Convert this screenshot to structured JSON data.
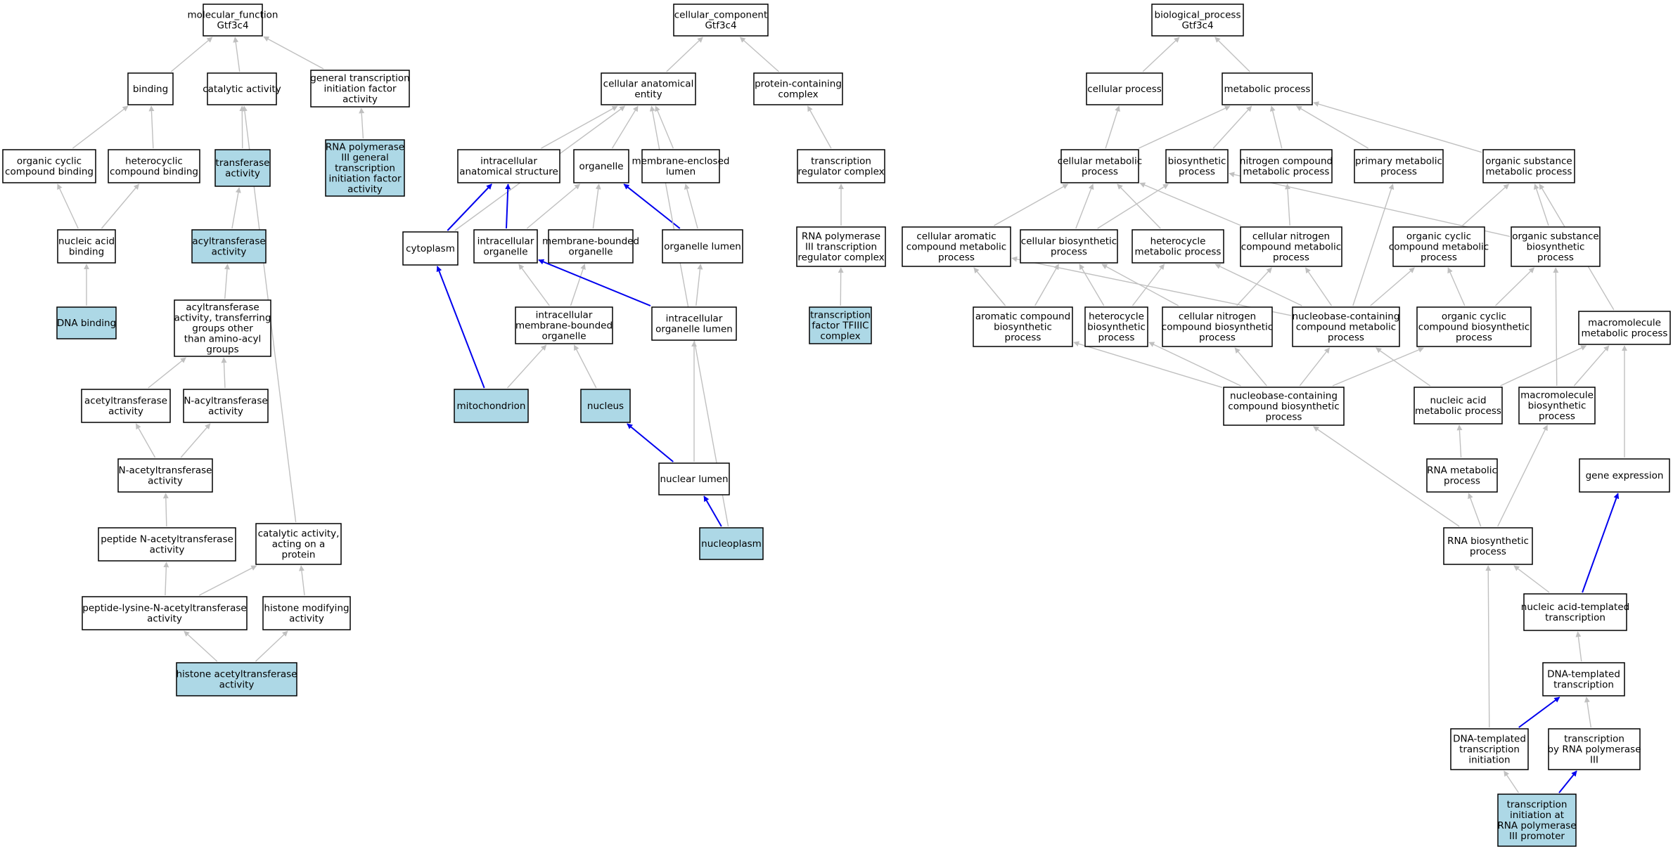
{
  "colors": {
    "default": "#ffffff",
    "annotated": "#add8e6",
    "is_a_edge": "#c0c0c0",
    "part_of_edge": "#0000ee"
  },
  "nodes": {
    "mf": {
      "lines": [
        "molecular_function",
        "Gtf3c4"
      ],
      "hl": false
    },
    "binding": {
      "lines": [
        "binding"
      ],
      "hl": false
    },
    "catalytic": {
      "lines": [
        "catalytic activity"
      ],
      "hl": false
    },
    "gtifa": {
      "lines": [
        "general transcription",
        "initiation factor",
        "activity"
      ],
      "hl": false
    },
    "occb": {
      "lines": [
        "organic cyclic",
        "compound binding"
      ],
      "hl": false
    },
    "hccb": {
      "lines": [
        "heterocyclic",
        "compound binding"
      ],
      "hl": false
    },
    "transferase": {
      "lines": [
        "transferase",
        "activity"
      ],
      "hl": true
    },
    "rnap3gtif": {
      "lines": [
        "RNA polymerase",
        "III general",
        "transcription",
        "initiation factor",
        "activity"
      ],
      "hl": true
    },
    "nab": {
      "lines": [
        "nucleic acid",
        "binding"
      ],
      "hl": false
    },
    "acyltransferase": {
      "lines": [
        "acyltransferase",
        "activity"
      ],
      "hl": true
    },
    "dnab": {
      "lines": [
        "DNA binding"
      ],
      "hl": true
    },
    "acyl_other": {
      "lines": [
        "acyltransferase",
        "activity, transferring",
        "groups other",
        "than amino-acyl",
        "groups"
      ],
      "hl": false
    },
    "acetyltr": {
      "lines": [
        "acetyltransferase",
        "activity"
      ],
      "hl": false
    },
    "nacyltr": {
      "lines": [
        "N-acyltransferase",
        "activity"
      ],
      "hl": false
    },
    "nacetyltr": {
      "lines": [
        "N-acetyltransferase",
        "activity"
      ],
      "hl": false
    },
    "pepnacetyl": {
      "lines": [
        "peptide N-acetyltransferase",
        "activity"
      ],
      "hl": false
    },
    "cat_protein": {
      "lines": [
        "catalytic activity,",
        "acting on a",
        "protein"
      ],
      "hl": false
    },
    "peplys": {
      "lines": [
        "peptide-lysine-N-acetyltransferase",
        "activity"
      ],
      "hl": false
    },
    "histmod": {
      "lines": [
        "histone modifying",
        "activity"
      ],
      "hl": false
    },
    "hat": {
      "lines": [
        "histone acetyltransferase",
        "activity"
      ],
      "hl": true
    },
    "cc": {
      "lines": [
        "cellular_component",
        "Gtf3c4"
      ],
      "hl": false
    },
    "cae": {
      "lines": [
        "cellular anatomical",
        "entity"
      ],
      "hl": false
    },
    "pcc": {
      "lines": [
        "protein-containing",
        "complex"
      ],
      "hl": false
    },
    "ias": {
      "lines": [
        "intracellular",
        "anatomical structure"
      ],
      "hl": false
    },
    "organelle": {
      "lines": [
        "organelle"
      ],
      "hl": false
    },
    "mel": {
      "lines": [
        "membrane-enclosed",
        "lumen"
      ],
      "hl": false
    },
    "trc": {
      "lines": [
        "transcription",
        "regulator complex"
      ],
      "hl": false
    },
    "cytoplasm": {
      "lines": [
        "cytoplasm"
      ],
      "hl": false
    },
    "io": {
      "lines": [
        "intracellular",
        "organelle"
      ],
      "hl": false
    },
    "mbo": {
      "lines": [
        "membrane-bounded",
        "organelle"
      ],
      "hl": false
    },
    "ol": {
      "lines": [
        "organelle lumen"
      ],
      "hl": false
    },
    "rnap3trc": {
      "lines": [
        "RNA polymerase",
        "III transcription",
        "regulator complex"
      ],
      "hl": false
    },
    "imbo": {
      "lines": [
        "intracellular",
        "membrane-bounded",
        "organelle"
      ],
      "hl": false
    },
    "iol": {
      "lines": [
        "intracellular",
        "organelle lumen"
      ],
      "hl": false
    },
    "tfiiic": {
      "lines": [
        "transcription",
        "factor TFIIIC",
        "complex"
      ],
      "hl": true
    },
    "mito": {
      "lines": [
        "mitochondrion"
      ],
      "hl": true
    },
    "nucleus": {
      "lines": [
        "nucleus"
      ],
      "hl": true
    },
    "nuclum": {
      "lines": [
        "nuclear lumen"
      ],
      "hl": false
    },
    "nucleoplasm": {
      "lines": [
        "nucleoplasm"
      ],
      "hl": true
    },
    "bp": {
      "lines": [
        "biological_process",
        "Gtf3c4"
      ],
      "hl": false
    },
    "cp": {
      "lines": [
        "cellular process"
      ],
      "hl": false
    },
    "mp": {
      "lines": [
        "metabolic process"
      ],
      "hl": false
    },
    "cmp": {
      "lines": [
        "cellular metabolic",
        "process"
      ],
      "hl": false
    },
    "bsp": {
      "lines": [
        "biosynthetic",
        "process"
      ],
      "hl": false
    },
    "ncmp": {
      "lines": [
        "nitrogen compound",
        "metabolic process"
      ],
      "hl": false
    },
    "pmp": {
      "lines": [
        "primary metabolic",
        "process"
      ],
      "hl": false
    },
    "osmp": {
      "lines": [
        "organic substance",
        "metabolic process"
      ],
      "hl": false
    },
    "cacmp": {
      "lines": [
        "cellular aromatic",
        "compound metabolic",
        "process"
      ],
      "hl": false
    },
    "cbp": {
      "lines": [
        "cellular biosynthetic",
        "process"
      ],
      "hl": false
    },
    "hmp": {
      "lines": [
        "heterocycle",
        "metabolic process"
      ],
      "hl": false
    },
    "cncmp": {
      "lines": [
        "cellular nitrogen",
        "compound metabolic",
        "process"
      ],
      "hl": false
    },
    "occmp": {
      "lines": [
        "organic cyclic",
        "compound metabolic",
        "process"
      ],
      "hl": false
    },
    "osbp": {
      "lines": [
        "organic substance",
        "biosynthetic",
        "process"
      ],
      "hl": false
    },
    "acbp": {
      "lines": [
        "aromatic compound",
        "biosynthetic",
        "process"
      ],
      "hl": false
    },
    "hbp": {
      "lines": [
        "heterocycle",
        "biosynthetic",
        "process"
      ],
      "hl": false
    },
    "cncbp": {
      "lines": [
        "cellular nitrogen",
        "compound biosynthetic",
        "process"
      ],
      "hl": false
    },
    "nbcmp": {
      "lines": [
        "nucleobase-containing",
        "compound metabolic",
        "process"
      ],
      "hl": false
    },
    "occbp": {
      "lines": [
        "organic cyclic",
        "compound biosynthetic",
        "process"
      ],
      "hl": false
    },
    "macromp": {
      "lines": [
        "macromolecule",
        "metabolic process"
      ],
      "hl": false
    },
    "nbcbp": {
      "lines": [
        "nucleobase-containing",
        "compound biosynthetic",
        "process"
      ],
      "hl": false
    },
    "namp": {
      "lines": [
        "nucleic acid",
        "metabolic process"
      ],
      "hl": false
    },
    "macrobp": {
      "lines": [
        "macromolecule",
        "biosynthetic",
        "process"
      ],
      "hl": false
    },
    "rnamp": {
      "lines": [
        "RNA metabolic",
        "process"
      ],
      "hl": false
    },
    "ge": {
      "lines": [
        "gene expression"
      ],
      "hl": false
    },
    "rnabp": {
      "lines": [
        "RNA biosynthetic",
        "process"
      ],
      "hl": false
    },
    "natt": {
      "lines": [
        "nucleic acid-templated",
        "transcription"
      ],
      "hl": false
    },
    "dtt": {
      "lines": [
        "DNA-templated",
        "transcription"
      ],
      "hl": false
    },
    "dtti": {
      "lines": [
        "DNA-templated",
        "transcription",
        "initiation"
      ],
      "hl": false
    },
    "trp3": {
      "lines": [
        "transcription",
        "by RNA polymerase",
        "III"
      ],
      "hl": false
    },
    "tirp3": {
      "lines": [
        "transcription",
        "initiation at",
        "RNA polymerase",
        "III promoter"
      ],
      "hl": true
    }
  },
  "edges": [
    [
      "binding",
      "mf",
      "is_a"
    ],
    [
      "catalytic",
      "mf",
      "is_a"
    ],
    [
      "gtifa",
      "mf",
      "is_a"
    ],
    [
      "occb",
      "binding",
      "is_a"
    ],
    [
      "hccb",
      "binding",
      "is_a"
    ],
    [
      "transferase",
      "catalytic",
      "is_a"
    ],
    [
      "rnap3gtif",
      "gtifa",
      "is_a"
    ],
    [
      "nab",
      "occb",
      "is_a"
    ],
    [
      "nab",
      "hccb",
      "is_a"
    ],
    [
      "acyltransferase",
      "transferase",
      "is_a"
    ],
    [
      "dnab",
      "nab",
      "is_a"
    ],
    [
      "acyl_other",
      "acyltransferase",
      "is_a"
    ],
    [
      "acetyltr",
      "acyl_other",
      "is_a"
    ],
    [
      "nacyltr",
      "acyl_other",
      "is_a"
    ],
    [
      "nacetyltr",
      "acetyltr",
      "is_a"
    ],
    [
      "nacetyltr",
      "nacyltr",
      "is_a"
    ],
    [
      "pepnacetyl",
      "nacetyltr",
      "is_a"
    ],
    [
      "cat_protein",
      "catalytic",
      "is_a"
    ],
    [
      "peplys",
      "pepnacetyl",
      "is_a"
    ],
    [
      "peplys",
      "cat_protein",
      "is_a"
    ],
    [
      "histmod",
      "cat_protein",
      "is_a"
    ],
    [
      "hat",
      "peplys",
      "is_a"
    ],
    [
      "hat",
      "histmod",
      "is_a"
    ],
    [
      "cae",
      "cc",
      "is_a"
    ],
    [
      "pcc",
      "cc",
      "is_a"
    ],
    [
      "ias",
      "cae",
      "is_a"
    ],
    [
      "organelle",
      "cae",
      "is_a"
    ],
    [
      "mel",
      "cae",
      "is_a"
    ],
    [
      "trc",
      "pcc",
      "is_a"
    ],
    [
      "cytoplasm",
      "cae",
      "is_a"
    ],
    [
      "cytoplasm",
      "ias",
      "part_of"
    ],
    [
      "io",
      "ias",
      "part_of"
    ],
    [
      "io",
      "organelle",
      "is_a"
    ],
    [
      "mbo",
      "organelle",
      "is_a"
    ],
    [
      "ol",
      "mel",
      "is_a"
    ],
    [
      "ol",
      "organelle",
      "part_of"
    ],
    [
      "rnap3trc",
      "trc",
      "is_a"
    ],
    [
      "imbo",
      "io",
      "is_a"
    ],
    [
      "imbo",
      "mbo",
      "is_a"
    ],
    [
      "iol",
      "ol",
      "is_a"
    ],
    [
      "iol",
      "io",
      "part_of"
    ],
    [
      "tfiiic",
      "rnap3trc",
      "is_a"
    ],
    [
      "mito",
      "cytoplasm",
      "part_of"
    ],
    [
      "mito",
      "imbo",
      "is_a"
    ],
    [
      "nucleus",
      "imbo",
      "is_a"
    ],
    [
      "nuclum",
      "iol",
      "is_a"
    ],
    [
      "nuclum",
      "nucleus",
      "part_of"
    ],
    [
      "nucleoplasm",
      "cae",
      "is_a"
    ],
    [
      "nucleoplasm",
      "nuclum",
      "part_of"
    ],
    [
      "cp",
      "bp",
      "is_a"
    ],
    [
      "mp",
      "bp",
      "is_a"
    ],
    [
      "cmp",
      "cp",
      "is_a"
    ],
    [
      "cmp",
      "mp",
      "is_a"
    ],
    [
      "bsp",
      "mp",
      "is_a"
    ],
    [
      "ncmp",
      "mp",
      "is_a"
    ],
    [
      "pmp",
      "mp",
      "is_a"
    ],
    [
      "osmp",
      "mp",
      "is_a"
    ],
    [
      "cacmp",
      "cmp",
      "is_a"
    ],
    [
      "cbp",
      "cmp",
      "is_a"
    ],
    [
      "cbp",
      "bsp",
      "is_a"
    ],
    [
      "hmp",
      "cmp",
      "is_a"
    ],
    [
      "cncmp",
      "cmp",
      "is_a"
    ],
    [
      "cncmp",
      "ncmp",
      "is_a"
    ],
    [
      "occmp",
      "osmp",
      "is_a"
    ],
    [
      "osbp",
      "osmp",
      "is_a"
    ],
    [
      "osbp",
      "bsp",
      "is_a"
    ],
    [
      "acbp",
      "cacmp",
      "is_a"
    ],
    [
      "acbp",
      "cbp",
      "is_a"
    ],
    [
      "hbp",
      "hmp",
      "is_a"
    ],
    [
      "hbp",
      "cbp",
      "is_a"
    ],
    [
      "cncbp",
      "cncmp",
      "is_a"
    ],
    [
      "cncbp",
      "cbp",
      "is_a"
    ],
    [
      "nbcmp",
      "cacmp",
      "is_a"
    ],
    [
      "nbcmp",
      "hmp",
      "is_a"
    ],
    [
      "nbcmp",
      "cncmp",
      "is_a"
    ],
    [
      "nbcmp",
      "pmp",
      "is_a"
    ],
    [
      "nbcmp",
      "occmp",
      "is_a"
    ],
    [
      "occbp",
      "occmp",
      "is_a"
    ],
    [
      "occbp",
      "osbp",
      "is_a"
    ],
    [
      "macromp",
      "osmp",
      "is_a"
    ],
    [
      "nbcbp",
      "acbp",
      "is_a"
    ],
    [
      "nbcbp",
      "hbp",
      "is_a"
    ],
    [
      "nbcbp",
      "cncbp",
      "is_a"
    ],
    [
      "nbcbp",
      "nbcmp",
      "is_a"
    ],
    [
      "nbcbp",
      "occbp",
      "is_a"
    ],
    [
      "namp",
      "nbcmp",
      "is_a"
    ],
    [
      "namp",
      "macromp",
      "is_a"
    ],
    [
      "macrobp",
      "macromp",
      "is_a"
    ],
    [
      "macrobp",
      "osbp",
      "is_a"
    ],
    [
      "rnamp",
      "namp",
      "is_a"
    ],
    [
      "ge",
      "macromp",
      "is_a"
    ],
    [
      "rnabp",
      "nbcbp",
      "is_a"
    ],
    [
      "rnabp",
      "rnamp",
      "is_a"
    ],
    [
      "rnabp",
      "macrobp",
      "is_a"
    ],
    [
      "natt",
      "rnabp",
      "is_a"
    ],
    [
      "natt",
      "ge",
      "part_of"
    ],
    [
      "dtt",
      "natt",
      "is_a"
    ],
    [
      "dtti",
      "rnabp",
      "is_a"
    ],
    [
      "dtti",
      "dtt",
      "part_of"
    ],
    [
      "trp3",
      "dtt",
      "is_a"
    ],
    [
      "tirp3",
      "dtti",
      "is_a"
    ],
    [
      "tirp3",
      "trp3",
      "part_of"
    ]
  ]
}
